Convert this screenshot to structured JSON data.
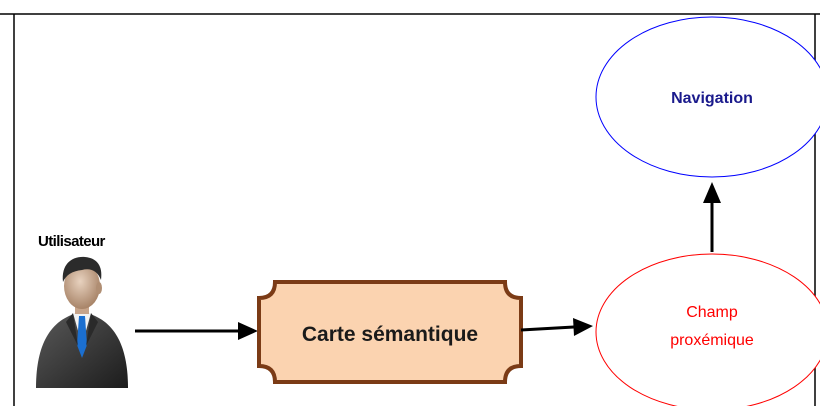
{
  "diagram": {
    "user": {
      "label": "Utilisateur",
      "icon": "businessman-avatar-icon"
    },
    "carte": {
      "label": "Carte sémantique",
      "fill": "#fbd3b0",
      "border": "#7b3b16"
    },
    "champ": {
      "line1": "Champ",
      "line2": "proxémique",
      "color": "#ff0000"
    },
    "navigation": {
      "label": "Navigation",
      "text_color": "#1a1a8c",
      "border_color": "#0000ff"
    },
    "edges": [
      {
        "from": "Utilisateur",
        "to": "Carte sémantique"
      },
      {
        "from": "Carte sémantique",
        "to": "Champ proxémique"
      },
      {
        "from": "Champ proxémique",
        "to": "Navigation"
      }
    ]
  }
}
